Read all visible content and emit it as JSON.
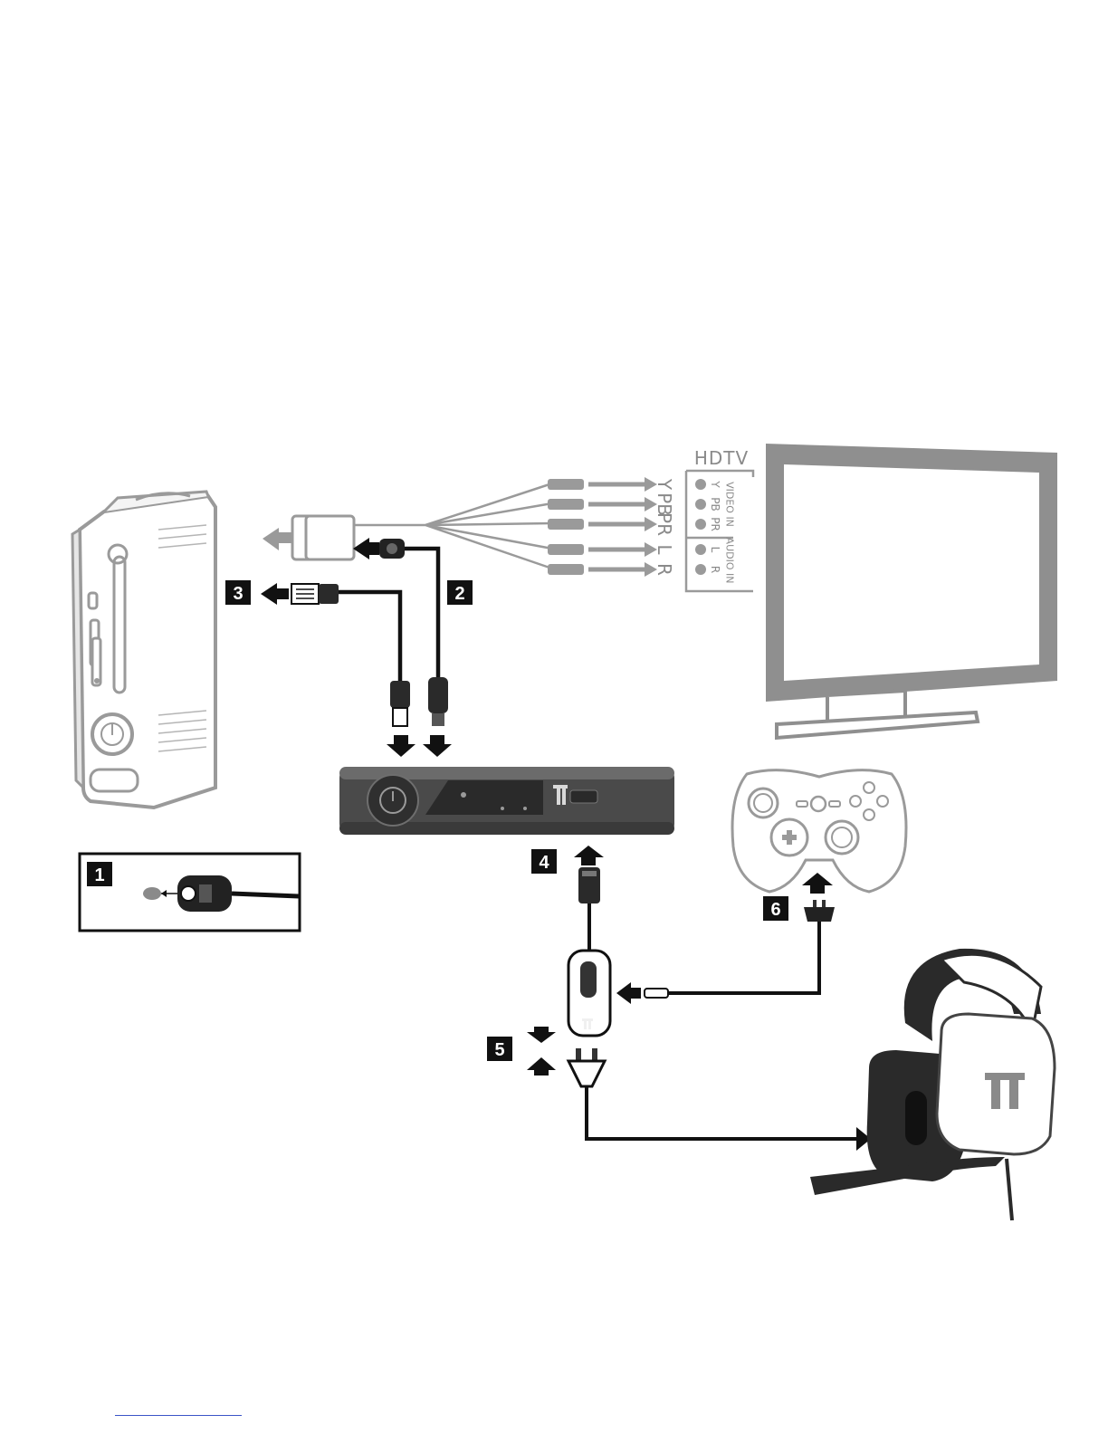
{
  "diagram": {
    "tv_label": "HDTV",
    "video_in_label": "VIDEO IN",
    "audio_in_label": "AUDIO IN",
    "component_labels": [
      "Y",
      "PB",
      "PR",
      "L",
      "R"
    ],
    "port_labels": [
      "Y",
      "PB",
      "PR",
      "L",
      "R"
    ],
    "steps": [
      "1",
      "2",
      "3",
      "4",
      "5",
      "6"
    ],
    "colors": {
      "cable_dark": "#111111",
      "cable_light": "#8c8c8c",
      "device_outline": "#9a9a9a",
      "tv_frame": "#8f8f8f",
      "box_dark": "#4a4a4a",
      "headset_dark": "#2a2a2a",
      "link_blue": "#3b55c8"
    },
    "icons": [
      "console-icon",
      "hdtv-icon",
      "decoder-box-icon",
      "controller-icon",
      "headset-icon",
      "optical-plug-icon",
      "usb-plug-icon",
      "inline-control-icon"
    ]
  }
}
